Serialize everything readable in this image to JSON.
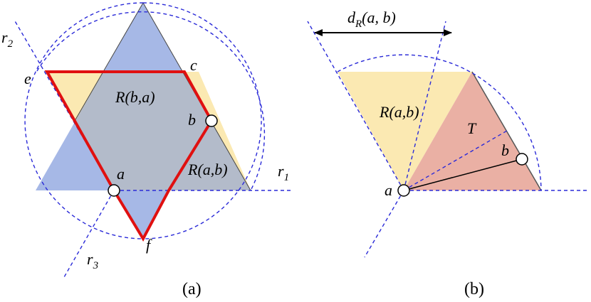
{
  "panel_a": {
    "caption": "(a)",
    "ray_labels": {
      "r2": "r",
      "r2_sub": "2",
      "r1": "r",
      "r1_sub": "1",
      "r3": "r",
      "r3_sub": "3"
    },
    "point_labels": {
      "a": "a",
      "b": "b",
      "c": "c",
      "e": "e",
      "f": "f"
    },
    "region_labels": {
      "R_ba": "R(b,a)",
      "R_ab": "R(a,b)"
    }
  },
  "panel_b": {
    "caption": "(b)",
    "distance_label": "d",
    "distance_sub": "R",
    "distance_args": "(a, b)",
    "point_labels": {
      "a": "a",
      "b": "b"
    },
    "region_labels": {
      "R_ab": "R(a,b)",
      "T": "T"
    }
  },
  "colors": {
    "blue_fill": "#a6b8e6",
    "yellow_fill": "#fbe9b2",
    "overlap_fill": "#b3bbca",
    "pink_fill": "#eab0a4",
    "hexagon_stroke": "#e01010",
    "dashed_stroke": "#2a2ad8"
  }
}
